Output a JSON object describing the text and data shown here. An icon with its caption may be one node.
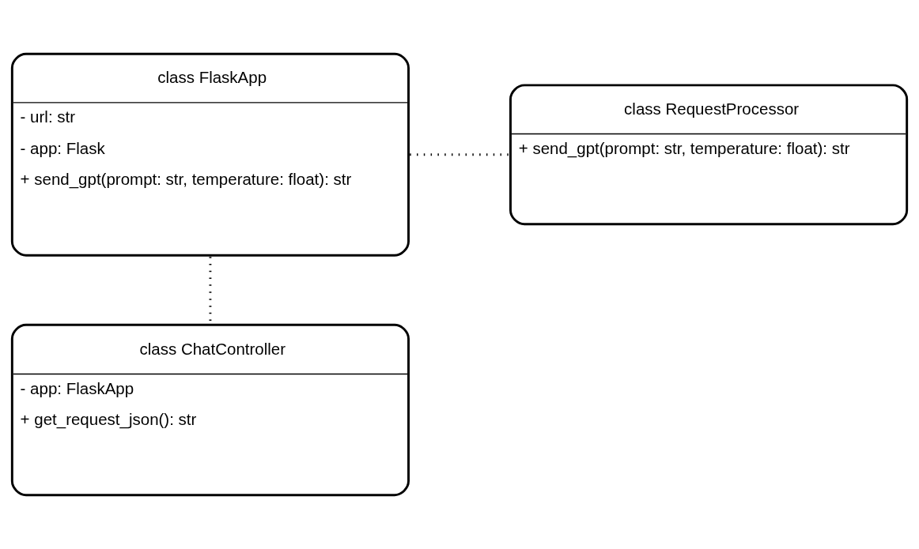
{
  "diagram": {
    "nodes": [
      {
        "text": [
          "class FlaskApp",
          "- url: str",
          "- app: Flask",
          "+ send_gpt(prompt: str, temperature: float): str"
        ]
      },
      {
        "text": [
          "class RequestProcessor",
          "+ send_gpt(prompt: str, temperature: float): str"
        ]
      },
      {
        "text": [
          "class ChatController",
          "- app: FlaskApp",
          "+ get_request_json(): str"
        ]
      }
    ],
    "edges": [
      {
        "from": 0,
        "to": 1,
        "arrow": "none",
        "style": "dashed"
      },
      {
        "from": 0,
        "to": 2,
        "arrow": "none",
        "style": "dashed"
      }
    ]
  }
}
